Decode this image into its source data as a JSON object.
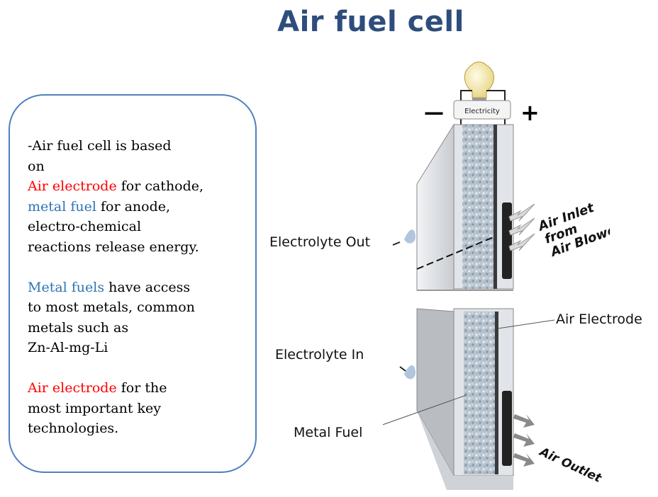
{
  "title": "Air fuel cell",
  "paragraphs": [
    [
      {
        "text": "-Air fuel cell is based\non\n",
        "color": ""
      },
      {
        "text": "Air electrode",
        "color": "red"
      },
      {
        "text": " for cathode,\n",
        "color": ""
      },
      {
        "text": "metal fuel",
        "color": "blue"
      },
      {
        "text": " for anode,\nelectro-chemical\nreactions release energy.",
        "color": ""
      }
    ],
    [
      {
        "text": "Metal fuels",
        "color": "blue"
      },
      {
        "text": " have access\nto most metals, common\nmetals such as\nZn-Al-mg-Li",
        "color": ""
      }
    ],
    [
      {
        "text": "Air electrode",
        "color": "red"
      },
      {
        "text": " for the\nmost important key\ntechnologies.",
        "color": ""
      }
    ]
  ],
  "colors": {
    "title": "#2e4d7d",
    "red": "#ff0000",
    "blue": "#2e74b5",
    "box_border": "#4f81bd"
  },
  "diagram": {
    "bulb_label": "Electricity",
    "minus": "—",
    "plus": "+",
    "labels": {
      "electrolyte_out": "Electrolyte Out",
      "electrolyte_in": "Electrolyte In",
      "metal_fuel": "Metal Fuel",
      "air_electrode": "Air Electrode",
      "air_inlet": [
        "Air Inlet",
        "from",
        "Air Blower"
      ],
      "air_outlet": "Air Outlet"
    }
  }
}
